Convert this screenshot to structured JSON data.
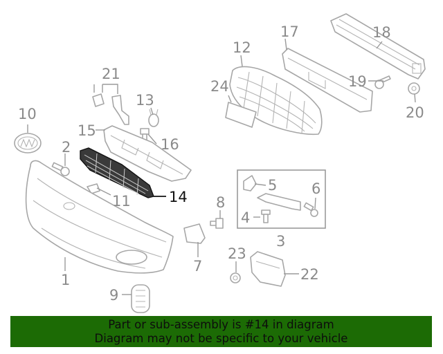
{
  "callouts": {
    "c1": "1",
    "c2": "2",
    "c3": "3",
    "c4": "4",
    "c5": "5",
    "c6": "6",
    "c7": "7",
    "c8": "8",
    "c9": "9",
    "c10": "10",
    "c11": "11",
    "c12": "12",
    "c13": "13",
    "c14": "14",
    "c15": "15",
    "c16": "16",
    "c17": "17",
    "c18": "18",
    "c19": "19",
    "c20": "20",
    "c21": "21",
    "c22": "22",
    "c23": "23",
    "c24": "24"
  },
  "highlighted_part": "14",
  "colors": {
    "banner_bg": "#1c6b05",
    "highlight": "#111111",
    "lines": "#a6a6a6"
  },
  "banner": {
    "line1": "Part or sub-assembly is #14 in diagram",
    "line2": "Diagram may not be specific to your vehicle"
  }
}
